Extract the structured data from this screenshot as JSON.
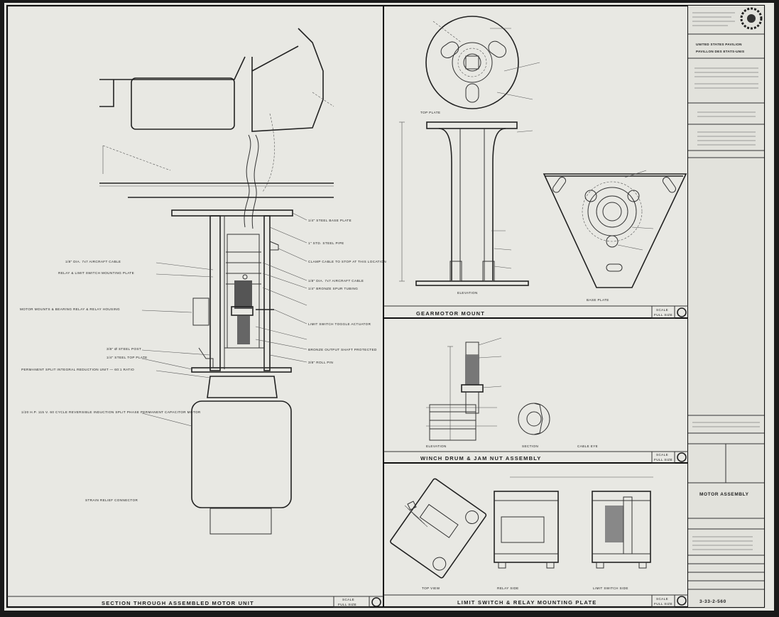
{
  "panels": {
    "section": {
      "title": "SECTION THROUGH ASSEMBLED MOTOR UNIT",
      "scale_label": "SCALE",
      "scale_value": "FULL SIZE"
    },
    "gearmotor": {
      "title": "GEARMOTOR MOUNT",
      "scale_label": "SCALE",
      "scale_value": "FULL SIZE"
    },
    "winch": {
      "title": "WINCH DRUM & JAM NUT ASSEMBLY",
      "scale_label": "SCALE",
      "scale_value": "FULL SIZE"
    },
    "limit": {
      "title": "LIMIT SWITCH & RELAY MOUNTING PLATE",
      "scale_label": "SCALE",
      "scale_value": "FULL SIZE"
    }
  },
  "view_labels": {
    "top_plate": "TOP PLATE",
    "elevation": "ELEVATION",
    "base_plate": "BASE PLATE",
    "winch_elevation": "ELEVATION",
    "winch_section": "SECTION",
    "cable_eye": "CABLE EYE",
    "top_view": "TOP VIEW",
    "relay_side": "RELAY SIDE",
    "limit_switch_side": "LIMIT SWITCH SIDE"
  },
  "section_callouts": [
    "1/8\" DIA. 7x7 AIRCRAFT CABLE",
    "RELAY & LIMIT SWITCH MOUNTING PLATE",
    "MOTOR MOUNTS & BEARING RELAY & RELAY HOUSING",
    "3/8\" Ø STEEL POST",
    "1/4\" STEEL TOP PLATE",
    "PERMANENT SPLIT INTEGRAL REDUCTION UNIT — 60:1 RATIO",
    "1/20 H.P. 115 V. 60 CYCLE REVERSIBLE INDUCTION SPLIT PHASE PERMANENT CAPACITOR MOTOR",
    "STRAIN RELIEF CONNECTOR",
    "1/4\" STEEL BASE PLATE",
    "1\" STD. STEEL PIPE",
    "CLAMP CABLE TO STOP AT THIS LOCATION",
    "1/8\" DIA. 7x7 AIRCRAFT CABLE",
    "1/4\" BRONZE SPUR TUBING",
    "LIMIT SWITCH TOGGLE ACTUATOR",
    "BRONZE OUTPUT SHAFT PROTECTED",
    "3/8\" ROLL PIN"
  ],
  "title_block": {
    "agency": "UNITED STATES PAVILION",
    "agency_fr": "PAVILLON DES ETATS-UNIS",
    "drawing_title": "MOTOR ASSEMBLY",
    "sheet_number": "3-33-2-560"
  },
  "colors": {
    "paper": "#e9e9e4",
    "ink": "#2a2a2a",
    "border": "#111111"
  }
}
